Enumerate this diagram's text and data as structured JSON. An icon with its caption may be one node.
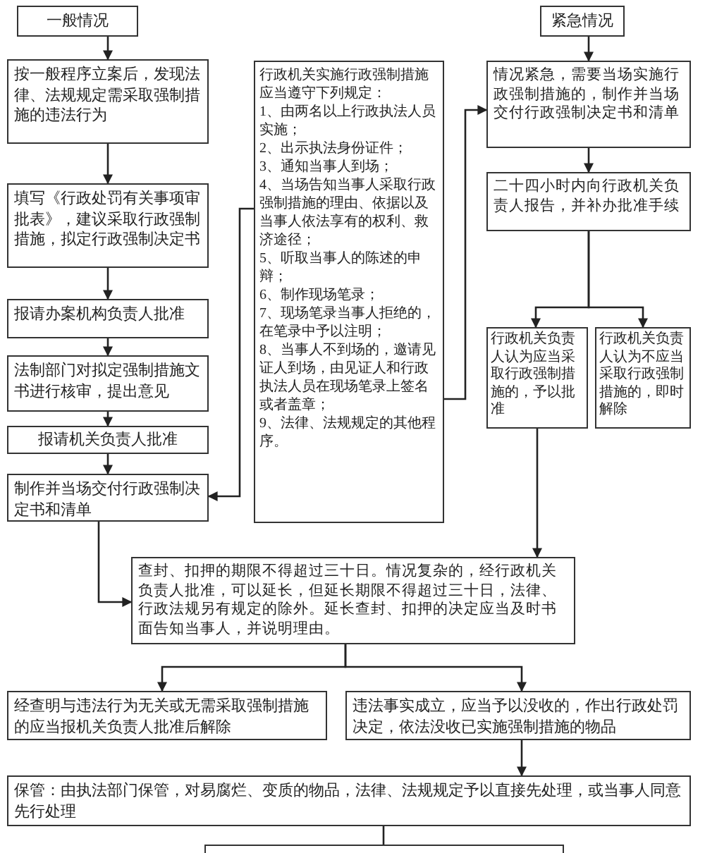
{
  "diagram": {
    "nodes": [
      {
        "text": [
          "一般情况"
        ]
      },
      {
        "text": [
          "紧急情况"
        ]
      },
      {
        "text": [
          "按一般程序立案后，发现法律、法规规定需采取强制措施的违法行为"
        ]
      },
      {
        "text": [
          "填写《行政处罚有关事项审批表》，建议采取行政强制措施，拟定行政强制决定书"
        ]
      },
      {
        "text": [
          "报请办案机构负责人批准"
        ]
      },
      {
        "text": [
          "法制部门对拟定强制措施文书进行核审，提出意见"
        ]
      },
      {
        "text": [
          "报请机关负责人批准"
        ]
      },
      {
        "text": [
          "制作并当场交付行政强制决定书和清单"
        ]
      },
      {
        "text": [
          "行政机关实施行政强制措施应当遵守下列规定：",
          "1、由两名以上行政执法人员实施；",
          "2、出示执法身份证件；",
          "3、通知当事人到场；",
          "4、当场告知当事人采取行政强制措施的理由、依据以及当事人依法享有的权利、救济途径；",
          "5、听取当事人的陈述的申辩；",
          "6、制作现场笔录；",
          "7、现场笔录当事人拒绝的，在笔录中予以注明；",
          "8、当事人不到场的，邀请见证人到场，由见证人和行政执法人员在现场笔录上签名或者盖章；",
          "9、法律、法规规定的其他程序。"
        ]
      },
      {
        "text": [
          "情况紧急，需要当场实施行政强制措施的，制作并当场交付行政强制决定书和清单"
        ]
      },
      {
        "text": [
          "二十四小时内向行政机关负责人报告，并补办批准手续"
        ]
      },
      {
        "text": [
          "行政机关负责人认为应当采取行政强制措施的，予以批准"
        ]
      },
      {
        "text": [
          "行政机关负责人认为不应当采取行政强制措施的，即时解除"
        ]
      },
      {
        "text": [
          "查封、扣押的期限不得超过三十日。情况复杂的，经行政机关负责人批准，可以延长，但延长期限不得超过三十日，法律、行政法规另有规定的除外。延长查封、扣押的决定应当及时书面告知当事人，并说明理由。"
        ]
      },
      {
        "text": [
          "经查明与违法行为无关或无需采取强制措施的应当报机关负责人批准后解除"
        ]
      },
      {
        "text": [
          "违法事实成立，应当予以没收的，作出行政处罚决定，依法没收已实施强制措施的物品"
        ]
      },
      {
        "text": [
          "保管：由执法部门保管，对易腐烂、变质的物品，法律、法规规定予以直接先处理，或当事人同意先行处理"
        ]
      },
      {
        "text": [],
        "shape": "box"
      }
    ],
    "edges": [
      {
        "from": 0,
        "to": 2,
        "arrow": "to"
      },
      {
        "from": 2,
        "to": 3,
        "arrow": "to"
      },
      {
        "from": 3,
        "to": 4,
        "arrow": "to"
      },
      {
        "from": 4,
        "to": 5,
        "arrow": "to"
      },
      {
        "from": 5,
        "to": 6,
        "arrow": "to"
      },
      {
        "from": 6,
        "to": 7,
        "arrow": "to"
      },
      {
        "from": 8,
        "to": 7,
        "arrow": "to"
      },
      {
        "from": 8,
        "to": 9,
        "arrow": "to"
      },
      {
        "from": 1,
        "to": 9,
        "arrow": "to"
      },
      {
        "from": 9,
        "to": 10,
        "arrow": "to"
      },
      {
        "from": 10,
        "to": 11,
        "arrow": "to"
      },
      {
        "from": 10,
        "to": 12,
        "arrow": "to"
      },
      {
        "from": 7,
        "to": 13,
        "arrow": "to"
      },
      {
        "from": 11,
        "to": 13,
        "arrow": "to"
      },
      {
        "from": 13,
        "to": 14,
        "arrow": "to"
      },
      {
        "from": 13,
        "to": 15,
        "arrow": "to"
      },
      {
        "from": 15,
        "to": 16,
        "arrow": "to"
      },
      {
        "from": 16,
        "to": 17,
        "arrow": "none"
      }
    ]
  }
}
